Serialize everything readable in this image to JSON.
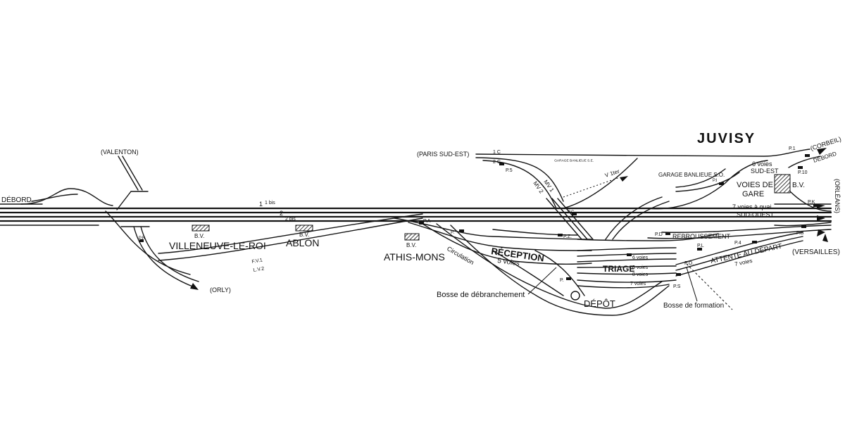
{
  "title": "JUVISY",
  "directions": {
    "debord_left": "DÉBORD",
    "valenton": "(VALENTON)",
    "paris_sud_est": "(PARIS SUD-EST)",
    "corbeil": "(CORBEIL)",
    "debord_right": "DÉBORD",
    "orleans": "(ORLÉANS)",
    "versailles": "(VERSAILLES)",
    "orly": "(ORLY)"
  },
  "stations": {
    "villeneuve": "VILLENEUVE-LE-ROI",
    "ablon": "ABLON",
    "athis_mons": "ATHIS-MONS",
    "bv": "B.V."
  },
  "track_labels": {
    "t1": "1",
    "t1bis": "1 bis",
    "t2": "2",
    "t2bis": "2 bis",
    "fv1": "F.V.1",
    "lv2": "L.V.2",
    "c1": "1 C",
    "c2": "2 C",
    "mv1": "MV 1",
    "mv2": "MV 2",
    "v1ter": "V 1ter",
    "circulation": "Circulation"
  },
  "posts": {
    "p1": "P.1",
    "p10": "P.10",
    "p5": "P.5",
    "pr": "P.R",
    "pa": "P.A",
    "p_plain": "P.",
    "pk": "P.K",
    "pb": "P.B",
    "p4": "P.4",
    "pl": "P.L",
    "pd": "P.D",
    "pz": "P.Z.",
    "pc": "P.C",
    "pp": "P.",
    "po": "P.O.",
    "ps": "P.S",
    "p_small": "P.I"
  },
  "yard_labels": {
    "garage_so": "GARAGE BANLIEUE S.O.",
    "garage_se": "GARAGE BANLIEUE S.E.",
    "sud_est_count": "6 voies",
    "sud_est": "SUD-EST",
    "voies_de": "VOIES DE",
    "gare": "GARE",
    "sud_ouest_count": "7 voies à quai",
    "sud_ouest": "SUD-OUEST",
    "rebroussement": "REBROUSSEMENT",
    "reception": "RÉCEPTION",
    "reception_count": "5 voies",
    "triage": "TRIAGE",
    "triage_a": "6 voies",
    "triage_b": "8 voies",
    "triage_c": "8 voies",
    "triage_d": "7 voies",
    "attente": "ATTENTE AU DÉPART",
    "attente_count": "7 voies",
    "depot": "DÉPÔT",
    "bosse_debranchement": "Bosse de débranchement",
    "bosse_formation": "Bosse de formation"
  }
}
